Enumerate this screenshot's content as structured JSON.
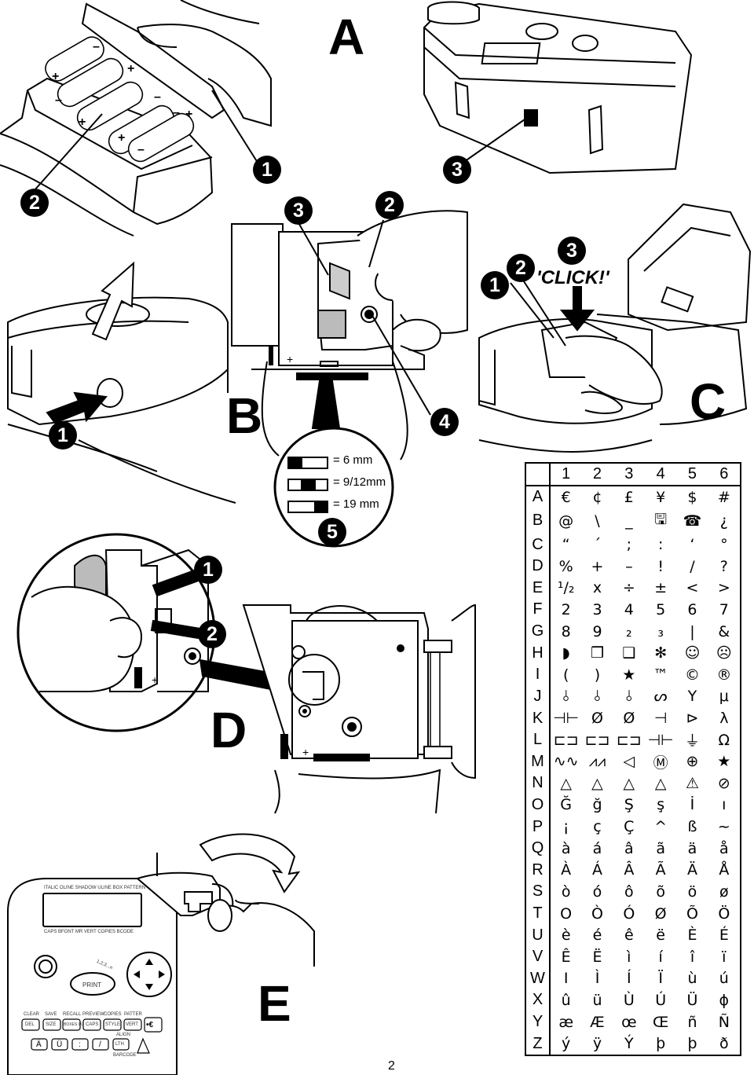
{
  "panels": {
    "A": "A",
    "B": "B",
    "C": "C",
    "D": "D",
    "E": "E"
  },
  "callouts": {
    "a1": "1",
    "a2": "2",
    "a3": "3",
    "b3": "3",
    "b2": "2",
    "b4": "4",
    "b5": "5",
    "b1": "1",
    "c1": "1",
    "c2": "2",
    "c3": "3",
    "d1": "1",
    "d2": "2"
  },
  "click_text": "'CLICK!'",
  "tape_sizes": [
    "= 6 mm",
    "= 9/12mm",
    "= 19 mm"
  ],
  "keyboard": {
    "top_labels": "ITALIC  OLINE  SHADOW  ULINE  BOX  PATTERN",
    "bottom_labels": "CAPS  BFONT  MR  VERT  COPIES  BCODE",
    "print_key": "PRINT",
    "number_hint": "1,2,3...n",
    "row1_labels": [
      "CLEAR",
      "SAVE",
      "RECALL",
      "PREVIEW",
      "COPIES",
      "PATTER"
    ],
    "row1_keys": [
      "DEL",
      "SIZE",
      "BOXES UL",
      "CAPS",
      "STYLE",
      "VERT",
      "•€"
    ],
    "align_label": "ALIGN",
    "row2_keys": [
      "Ä",
      "Ü",
      ":",
      "/",
      "LTH"
    ],
    "barcode_label": "BARCODE"
  },
  "page_number": "2",
  "char_table": {
    "columns": [
      "1",
      "2",
      "3",
      "4",
      "5",
      "6"
    ],
    "rows": [
      {
        "row": "A",
        "cells": [
          "€",
          "¢",
          "£",
          "¥",
          "$",
          "#"
        ]
      },
      {
        "row": "B",
        "cells": [
          "@",
          "\\",
          "_",
          "🖫",
          "☎",
          "¿"
        ]
      },
      {
        "row": "C",
        "cells": [
          "“",
          "´",
          ";",
          ":",
          "‘",
          "°"
        ]
      },
      {
        "row": "D",
        "cells": [
          "%",
          "+",
          "–",
          "!",
          "/",
          "?"
        ]
      },
      {
        "row": "E",
        "cells": [
          "¹/₂",
          "x",
          "÷",
          "±",
          "<",
          ">"
        ]
      },
      {
        "row": "F",
        "cells": [
          "2",
          "3",
          "4",
          "5",
          "6",
          "7"
        ]
      },
      {
        "row": "G",
        "cells": [
          "8",
          "9",
          "₂",
          "₃",
          "|",
          "&"
        ]
      },
      {
        "row": "H",
        "cells": [
          "◗",
          "❒",
          "❑",
          "✻",
          "☺",
          "☹"
        ]
      },
      {
        "row": "I",
        "cells": [
          "(",
          ")",
          "★",
          "™",
          "©",
          "®"
        ]
      },
      {
        "row": "J",
        "cells": [
          "⫰",
          "⫰",
          "⫰",
          "ᔕ",
          "Y",
          "μ"
        ]
      },
      {
        "row": "K",
        "cells": [
          "⊣⊢",
          "Ø",
          "Ø",
          "⊣",
          "⊳",
          "λ"
        ]
      },
      {
        "row": "L",
        "cells": [
          "⊏⊐",
          "⊏⊐",
          "⊏⊐",
          "⊣⊢",
          "⏚",
          "Ω"
        ]
      },
      {
        "row": "M",
        "cells": [
          "∿∿",
          "⩘⩘",
          "◁",
          "Ⓜ",
          "⊕",
          "★"
        ]
      },
      {
        "row": "N",
        "cells": [
          "△",
          "△",
          "△",
          "△",
          "⚠",
          "⊘"
        ]
      },
      {
        "row": "O",
        "cells": [
          "Ğ",
          "ğ",
          "Ş",
          "ş",
          "İ",
          "ı"
        ]
      },
      {
        "row": "P",
        "cells": [
          "¡",
          "ç",
          "Ç",
          "^",
          "ß",
          "~"
        ]
      },
      {
        "row": "Q",
        "cells": [
          "à",
          "á",
          "â",
          "ã",
          "ä",
          "å"
        ]
      },
      {
        "row": "R",
        "cells": [
          "À",
          "Á",
          "Â",
          "Ã",
          "Ä",
          "Å"
        ]
      },
      {
        "row": "S",
        "cells": [
          "ò",
          "ó",
          "ô",
          "õ",
          "ö",
          "ø"
        ]
      },
      {
        "row": "T",
        "cells": [
          "O",
          "Ò",
          "Ó",
          "Ø",
          "Õ",
          "Ö"
        ]
      },
      {
        "row": "U",
        "cells": [
          "è",
          "é",
          "ê",
          "ë",
          "È",
          "É"
        ]
      },
      {
        "row": "V",
        "cells": [
          "Ê",
          "Ë",
          "ì",
          "í",
          "î",
          "ï"
        ]
      },
      {
        "row": "W",
        "cells": [
          "I",
          "Ì",
          "Í",
          "Ï",
          "ù",
          "ú"
        ]
      },
      {
        "row": "X",
        "cells": [
          "û",
          "ü",
          "Ù",
          "Ú",
          "Ü",
          "ϕ"
        ]
      },
      {
        "row": "Y",
        "cells": [
          "æ",
          "Æ",
          "œ",
          "Œ",
          "ñ",
          "Ñ"
        ]
      },
      {
        "row": "Z",
        "cells": [
          "ý",
          "ÿ",
          "Ý",
          "þ",
          "þ",
          "ð"
        ]
      }
    ]
  }
}
